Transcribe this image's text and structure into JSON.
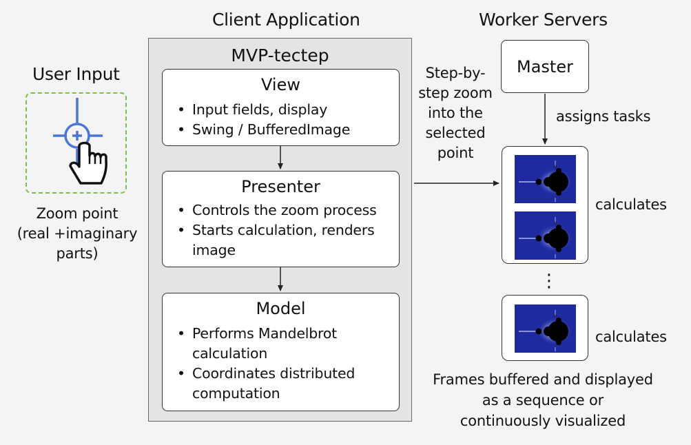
{
  "headings": {
    "user_input": "User Input",
    "client_application": "Client Application",
    "worker_servers": "Worker Servers"
  },
  "user_input": {
    "caption_lines": [
      "Zoom point",
      "(real +imaginary",
      "parts)"
    ],
    "icon": "crosshair-hand-pointer-icon",
    "border_color": "#7ac143",
    "icon_color": "#4a76d4"
  },
  "client": {
    "panel_title": "MVP-tectep",
    "view": {
      "title": "View",
      "bullets": [
        "Input fields, display",
        "Swing / BufferedImage"
      ]
    },
    "presenter": {
      "title": "Presenter",
      "bullets": [
        "Controls the zoom process",
        "Starts calculation, renders",
        "image"
      ]
    },
    "model": {
      "title": "Model",
      "bullets": [
        "Performs Mandelbrot",
        "calculation",
        "Coordinates distributed",
        "computation"
      ]
    }
  },
  "zoom_note": [
    "Step-by-",
    "step zoom",
    "into the",
    "selected",
    "point"
  ],
  "servers": {
    "master": "Master",
    "assigns_tasks": "assigns tasks",
    "calculates_1": "calculates",
    "calculates_2": "calculates",
    "ellipsis": "⋮",
    "fractal_colors": {
      "background": "#1e2a9e",
      "set": "#000000",
      "glow": "#c9d4ff"
    }
  },
  "footer_lines": [
    "Frames buffered and displayed",
    "as a sequence or",
    "continuously visualized"
  ]
}
